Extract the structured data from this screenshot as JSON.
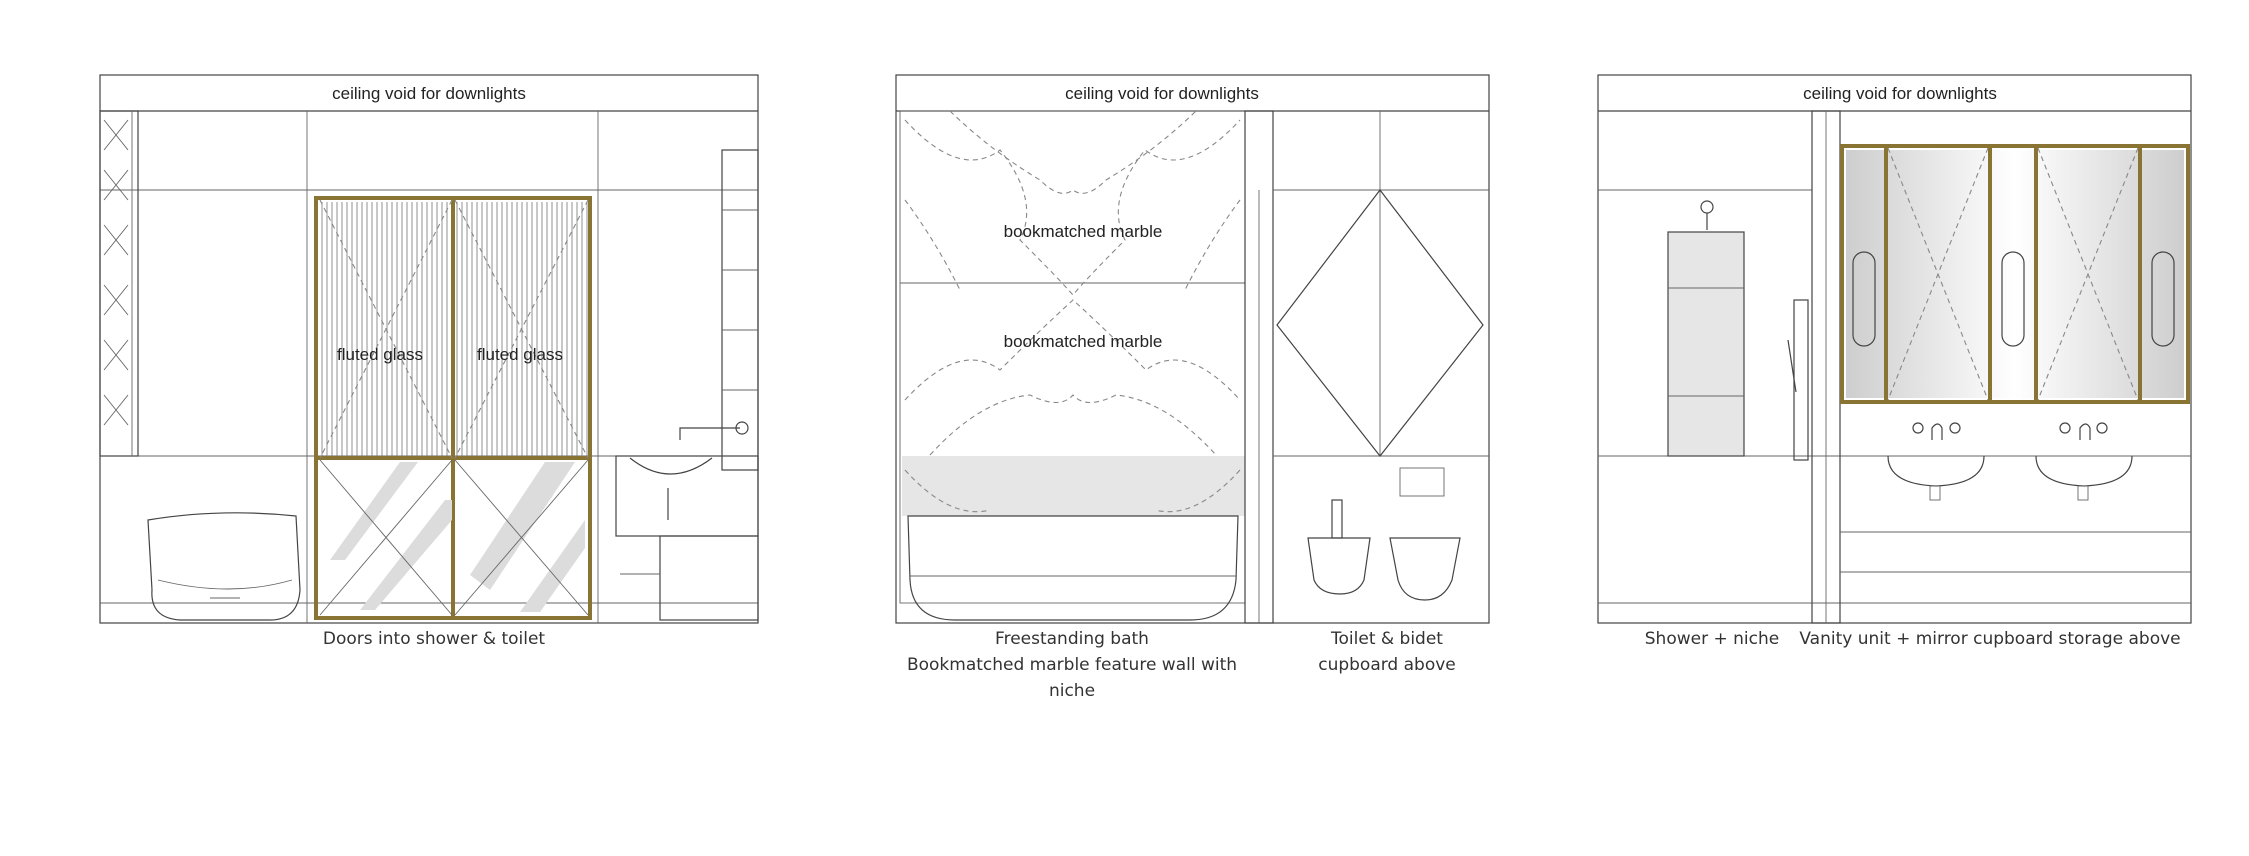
{
  "elevations": [
    {
      "ceiling_label": "ceiling void for downlights",
      "annotations": [
        "fluted glass",
        "fluted glass"
      ],
      "captions": [
        "Doors into shower & toilet"
      ]
    },
    {
      "ceiling_label": "ceiling void for downlights",
      "annotations": [
        "bookmatched marble",
        "bookmatched marble"
      ],
      "captions": [
        "Freestanding bath",
        "Bookmatched marble feature wall with",
        "niche",
        "Toilet & bidet",
        "cupboard above"
      ]
    },
    {
      "ceiling_label": "ceiling void for downlights",
      "annotations": [],
      "captions": [
        "Shower + niche",
        "Vanity unit + mirror cupboard storage above"
      ]
    }
  ],
  "colors": {
    "line": "#444444",
    "frame_accent": "#8a7433",
    "glass_highlight": "#d9d9d9",
    "marble_band": "#e4e4e4"
  }
}
